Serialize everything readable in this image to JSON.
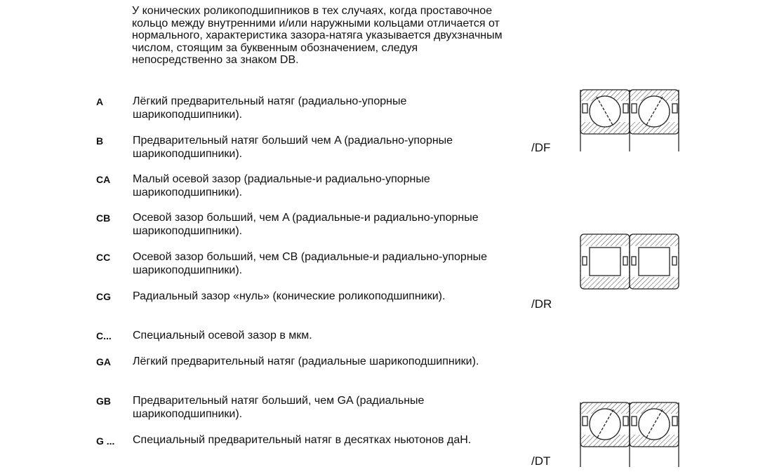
{
  "intro": "У конических роликоподшипников в тех случаях, когда проставочное кольцо между внутренними и/или наружными кольцами отличается от нормального, характеристика зазора-натяга указывается двухзначным числом, стоящим за буквенным обозначением, следуя непосредственно за знаком DB.",
  "items": [
    {
      "code": "A",
      "desc": "Лёгкий предварительный натяг (радиально-упорные шарикоподшипники)."
    },
    {
      "code": "B",
      "desc": "Предварительный натяг больший чем  A (радиально-упорные шарикоподшипники)."
    },
    {
      "code": "CA",
      "desc": "Малый осевой зазор (радиальные-и радиально-упорные шарикоподшипники)."
    },
    {
      "code": "CB",
      "desc": "Осевой зазор больший, чем A (радиальные-и радиально-упорные шарикоподшипники)."
    },
    {
      "code": "CC",
      "desc": "Осевой зазор больший, чем CB (радиальные-и радиально-упорные шарикоподшипники)."
    },
    {
      "code": "CG",
      "desc": "Радиальный зазор «нуль» (конические роликоподшипники)."
    },
    {
      "code": "C...",
      "desc": " Специальный осевой зазор в мкм."
    },
    {
      "code": "GA",
      "desc": "Лёгкий предварительный натяг (радиальные шарикоподшипники)."
    },
    {
      "code": "GB",
      "desc": "Предварительный натяг больший, чем GA (радиальные шарикоподшипники)."
    },
    {
      "code": "G ...",
      "desc": " Специальный предварительный натяг в десятках ньютонов даН."
    }
  ],
  "diagrams": {
    "df": "/DF",
    "dr": "/DR",
    "dt": "/DT"
  }
}
